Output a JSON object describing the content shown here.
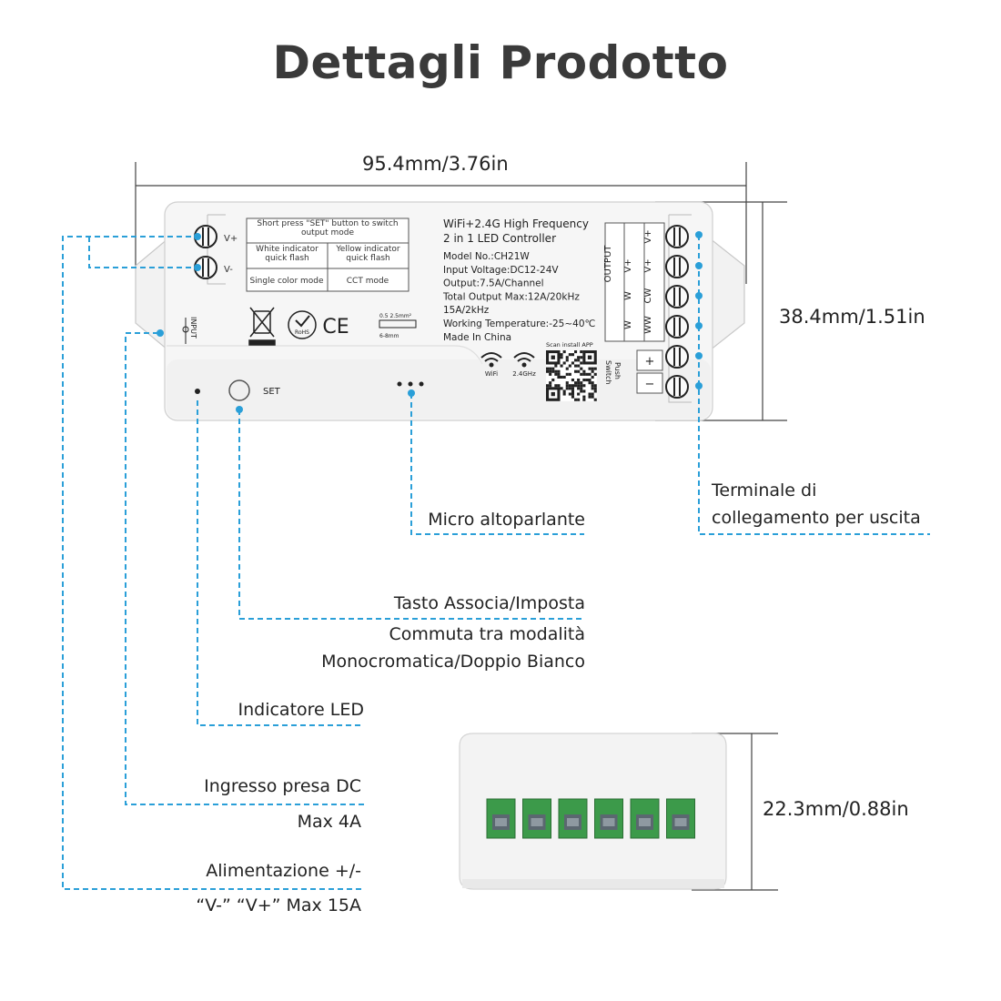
{
  "title": "Dettagli Prodotto",
  "dimensions": {
    "width": "95.4mm/3.76in",
    "height": "38.4mm/1.51in",
    "depth": "22.3mm/0.88in"
  },
  "device": {
    "terminal_left_labels": [
      "V+",
      "V-"
    ],
    "mode_table": {
      "header": "Short press \"SET\" button to switch output mode",
      "white_indicator": "White indicator quick flash",
      "yellow_indicator": "Yellow indicator quick flash",
      "single_color": "Single color mode",
      "cct": "CCT mode"
    },
    "spec_title_1": "WiFi+2.4G High Frequency",
    "spec_title_2": "2 in 1 LED Controller",
    "specs": [
      "Model No.:CH21W",
      "Input Voltage:DC12-24V",
      "Output:7.5A/Channel",
      "Total Output Max:12A/20kHz",
      "15A/2kHz",
      "Working Temperature:-25~40℃",
      "Made In China"
    ],
    "wire_size": "0.5 2.5mm²",
    "strip_length": "6-8mm",
    "rohs": "RoHS",
    "ce": "CE",
    "input_label": "INPUT",
    "set_label": "SET",
    "wifi_label": "WiFi",
    "freq_label": "2.4GHz",
    "scan_label": "Scan install APP",
    "output_label": "OUTPUT",
    "output_col1": [
      "W",
      "W",
      "V+"
    ],
    "output_col2": [
      "WW",
      "CW",
      "V+",
      "V+"
    ],
    "switch_label": "Switch",
    "push_label": "Push",
    "plus": "+",
    "minus": "−"
  },
  "callouts": {
    "terminal_line1": "Terminale di",
    "terminal_line2": "collegamento per uscita",
    "speaker": "Micro altoparlante",
    "set_line1": "Tasto Associa/Imposta",
    "set_line2": "Commuta tra modalità",
    "set_line3": "Monocromatica/Doppio Bianco",
    "led": "Indicatore LED",
    "dc_line1": "Ingresso presa DC",
    "dc_line2": "Max 4A",
    "power_line1": "Alimentazione +/-",
    "power_line2": "“V-” “V+” Max 15A"
  },
  "colors": {
    "accent": "#2a9fd8",
    "terminal_green": "#3c9a4a"
  }
}
